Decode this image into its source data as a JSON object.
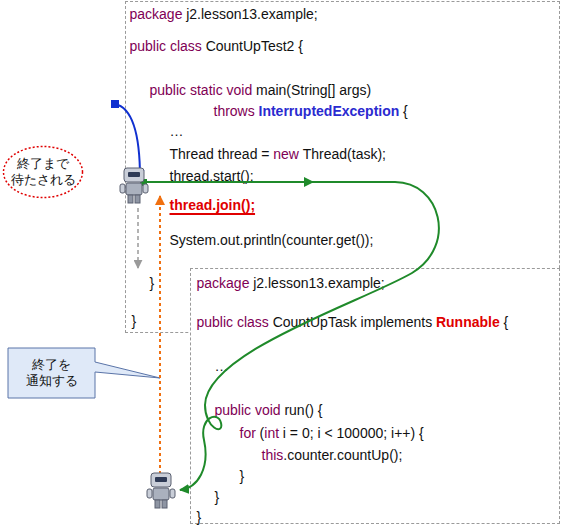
{
  "diagram": {
    "nodes": [
      {
        "text": [
          "package",
          "j2.lesson13.example;",
          "public class",
          "CountUpTest2 {",
          "public static void",
          "main(String[] args)",
          "throws",
          "InterruptedException",
          "{",
          "…",
          "Thread thread =",
          "new",
          "Thread(task);",
          "thread.start();",
          "thread.join();",
          "System.out.println(counter.get());",
          "}",
          "}"
        ]
      },
      {
        "text": [
          "終了まで 待たされる"
        ]
      },
      {
        "text": [
          "package",
          "j2.lesson13.example;",
          "public class",
          "CountUpTask implements",
          "Runnable",
          "{",
          "…",
          "public void",
          "run() {",
          "for",
          "(",
          "int",
          "i = 0; i < 100000; i++) {",
          "this",
          ".counter.countUp();",
          "}",
          "}",
          "}"
        ]
      },
      {
        "text": [
          "終了を 通知する"
        ]
      }
    ]
  }
}
